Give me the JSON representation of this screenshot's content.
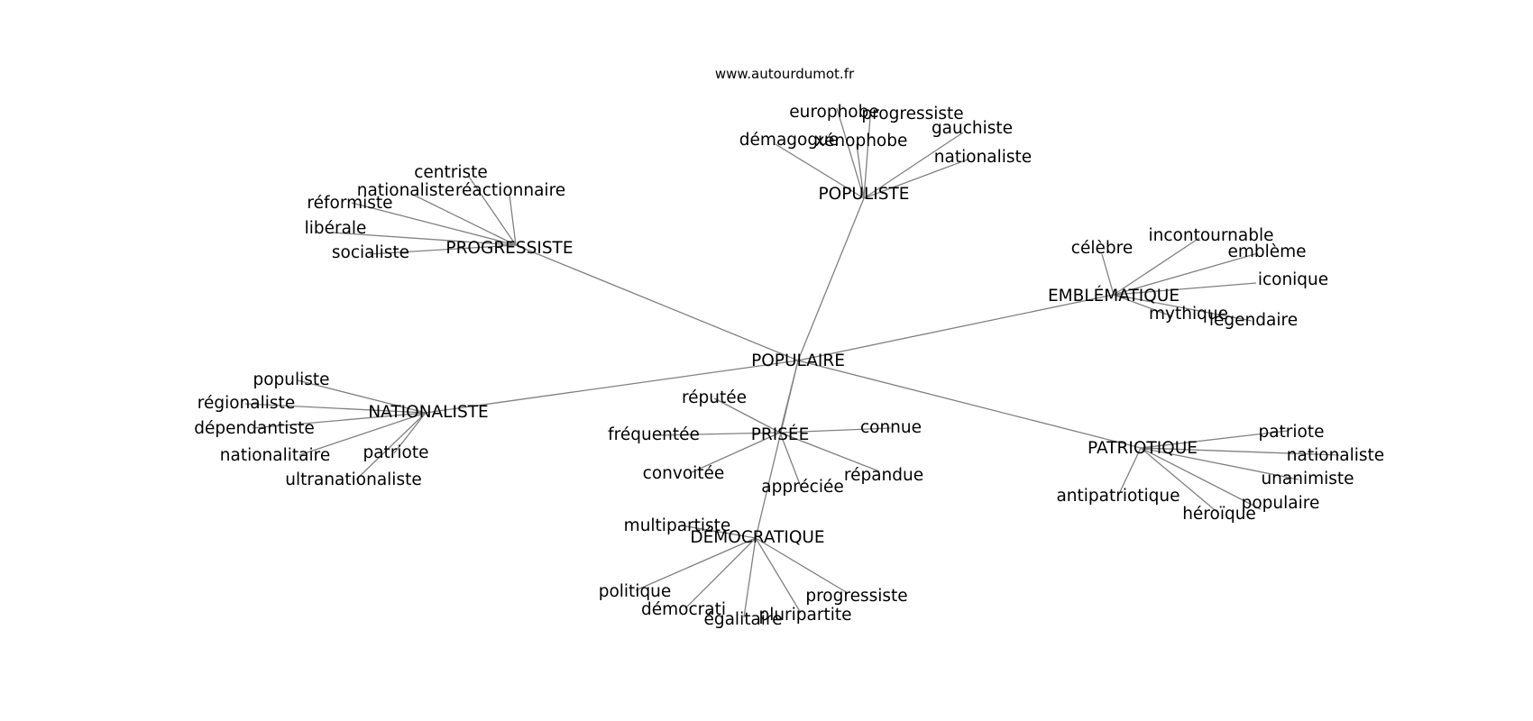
{
  "source_label": "www.autourdumot.fr",
  "colors": {
    "edge": "#808080",
    "text": "#000000",
    "background": "#ffffff"
  },
  "root": "POPULAIRE",
  "clusters": [
    {
      "hub": "POPULISTE",
      "words": [
        "europhobe",
        "progressiste",
        "gauchiste",
        "démagogue",
        "xénophobe",
        "nationaliste"
      ]
    },
    {
      "hub": "PROGRESSISTE",
      "words": [
        "centriste",
        "nationaliste",
        "réactionnaire",
        "réformiste",
        "libérale",
        "socialiste"
      ]
    },
    {
      "hub": "EMBLÉMATIQUE",
      "words": [
        "célèbre",
        "incontournable",
        "emblème",
        "iconique",
        "mythique",
        "légendaire"
      ]
    },
    {
      "hub": "NATIONALISTE",
      "words": [
        "populiste",
        "régionaliste",
        "dépendantiste",
        "nationalitaire",
        "patriote",
        "ultranationaliste"
      ]
    },
    {
      "hub": "PRISÉE",
      "words": [
        "réputée",
        "fréquentée",
        "connue",
        "convoitée",
        "appréciée",
        "répandue"
      ]
    },
    {
      "hub": "PATRIOTIQUE",
      "words": [
        "patriote",
        "nationaliste",
        "unanimiste",
        "antipatriotique",
        "populaire",
        "héroïque"
      ]
    },
    {
      "hub": "DÉMOCRATIQUE",
      "words": [
        "multipartiste",
        "politique",
        "démocrati",
        "égalitaire",
        "pluripartite",
        "progressiste"
      ]
    }
  ]
}
